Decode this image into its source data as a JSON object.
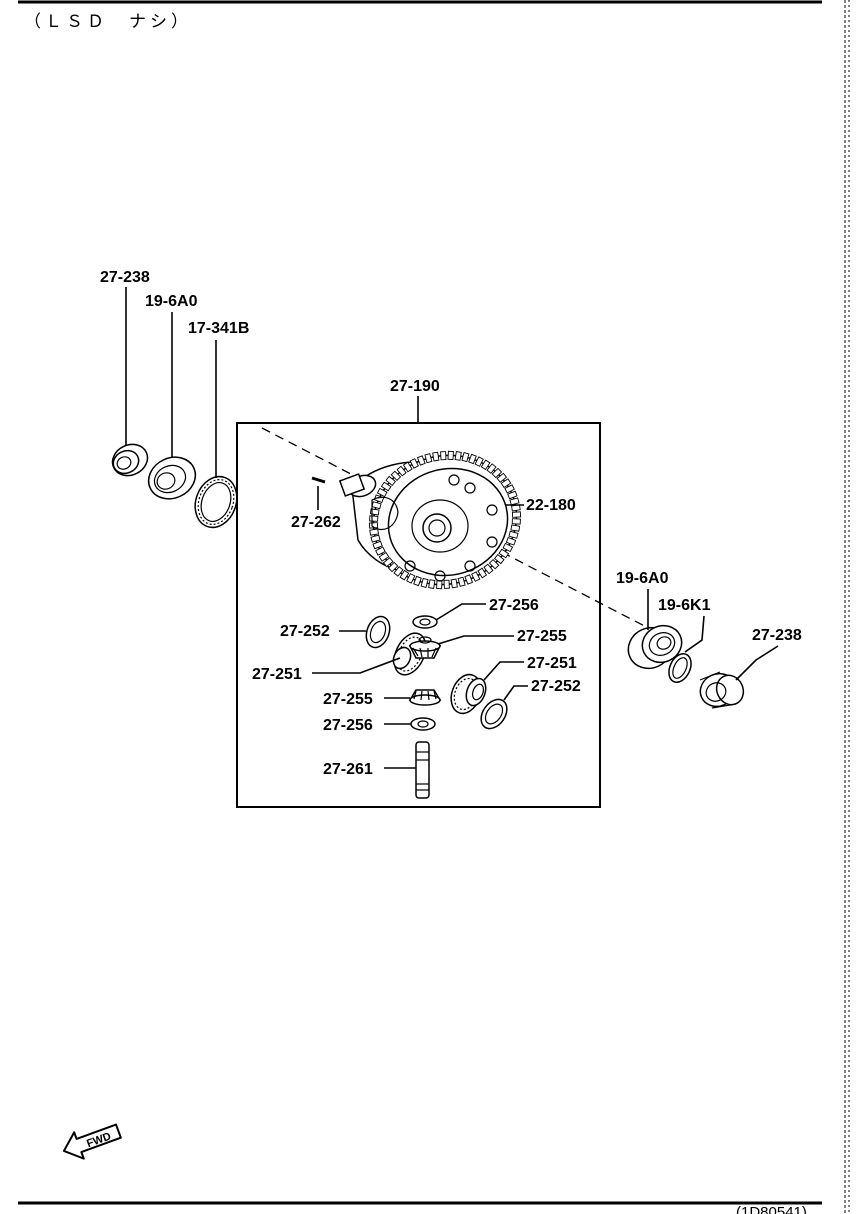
{
  "header": {
    "variant": "（ＬＳＤ　ナシ）"
  },
  "footer": {
    "ref": "(1D80541)"
  },
  "fwd_label": "FWD",
  "parts": {
    "bearing_left": "27-238",
    "bearing_race_left": "19-6A0",
    "sensor_ring": "17-341B",
    "diff_assembly": "27-190",
    "ring_gear": "22-180",
    "pin": "27-262",
    "washer_left": "27-252",
    "side_gear_left": "27-251",
    "pinion_washer_top": "27-256",
    "pinion_gear_top": "27-255",
    "side_gear_right": "27-251",
    "washer_right": "27-252",
    "pinion_gear_bottom": "27-255",
    "pinion_washer_bottom": "27-256",
    "shaft": "27-261",
    "bearing_race_right": "19-6A0",
    "shim_right": "19-6K1",
    "bearing_right": "27-238"
  }
}
